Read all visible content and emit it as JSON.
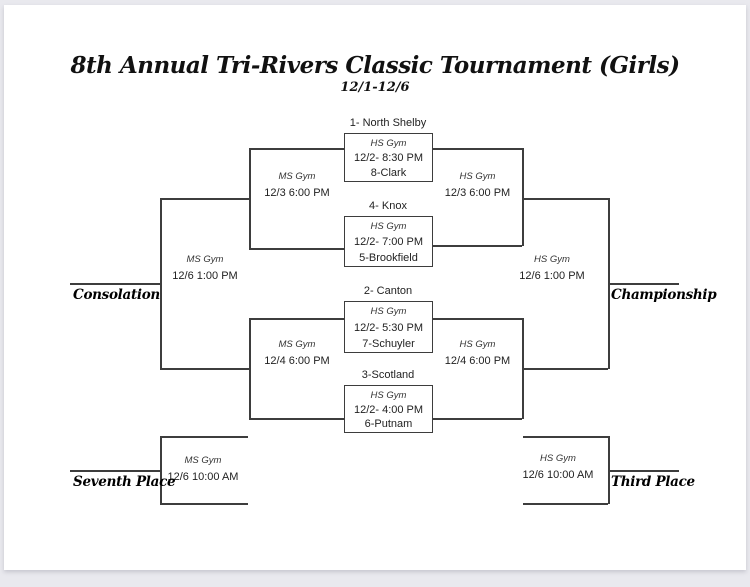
{
  "header": {
    "title": "8th Annual Tri-Rivers Classic Tournament (Girls)",
    "dates": "12/1-12/6"
  },
  "first_round": [
    {
      "top_team": "1- North Shelby",
      "venue": "HS Gym",
      "time": "12/2- 8:30 PM",
      "bottom_team": "8-Clark"
    },
    {
      "top_team": "4- Knox",
      "venue": "HS Gym",
      "time": "12/2- 7:00 PM",
      "bottom_team": "5-Brookfield"
    },
    {
      "top_team": "2- Canton",
      "venue": "HS Gym",
      "time": "12/2- 5:30 PM",
      "bottom_team": "7-Schuyler"
    },
    {
      "top_team": "3-Scotland",
      "venue": "HS Gym",
      "time": "12/2- 4:00 PM",
      "bottom_team": "6-Putnam"
    }
  ],
  "consolation": {
    "label": "Consolation",
    "semi1": {
      "venue": "MS Gym",
      "time": "12/3 6:00 PM"
    },
    "semi2": {
      "venue": "MS Gym",
      "time": "12/4 6:00 PM"
    },
    "final": {
      "venue": "MS Gym",
      "time": "12/6 1:00 PM"
    }
  },
  "championship": {
    "label": "Championship",
    "semi1": {
      "venue": "HS Gym",
      "time": "12/3 6:00 PM"
    },
    "semi2": {
      "venue": "HS Gym",
      "time": "12/4 6:00 PM"
    },
    "final": {
      "venue": "HS Gym",
      "time": "12/6 1:00 PM"
    }
  },
  "seventh_place": {
    "label": "Seventh Place",
    "venue": "MS Gym",
    "time": "12/6 10:00 AM"
  },
  "third_place": {
    "label": "Third Place",
    "venue": "HS Gym",
    "time": "12/6 10:00 AM"
  },
  "colors": {
    "line": "#3d3d3d",
    "text": "#222222",
    "page": "#ffffff",
    "backdrop": "#e9e9ee"
  }
}
